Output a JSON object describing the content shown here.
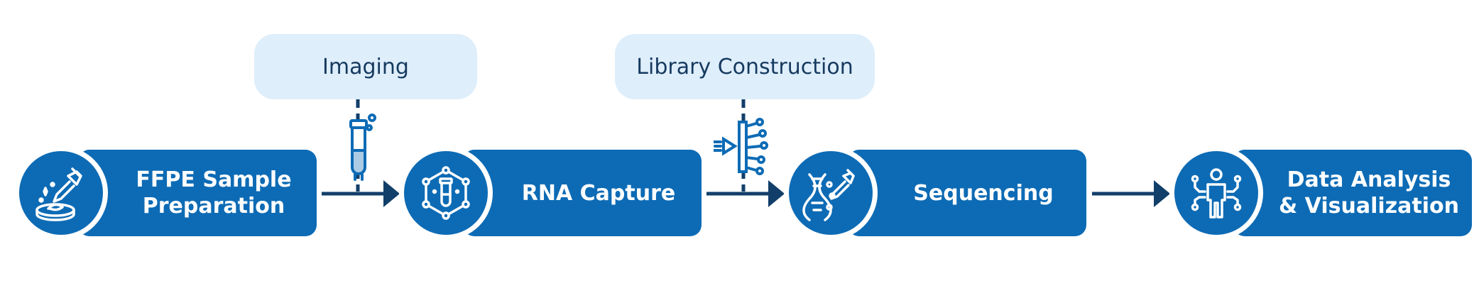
{
  "callouts": {
    "imaging": "Imaging",
    "library": "Library Construction"
  },
  "steps": [
    {
      "line1": "FFPE Sample",
      "line2": "Preparation",
      "icon": "pipette-dish-icon"
    },
    {
      "line1": "RNA Capture",
      "line2": "",
      "icon": "test-tube-network-icon"
    },
    {
      "line1": "Sequencing",
      "line2": "",
      "icon": "dna-pipette-icon"
    },
    {
      "line1": "Data Analysis",
      "line2": "& Visualization",
      "icon": "person-network-icon"
    }
  ],
  "colors": {
    "primary": "#0d6bb5",
    "arrow": "#123e6a",
    "callout_bg": "#deeefb",
    "callout_text": "#163a5f"
  }
}
